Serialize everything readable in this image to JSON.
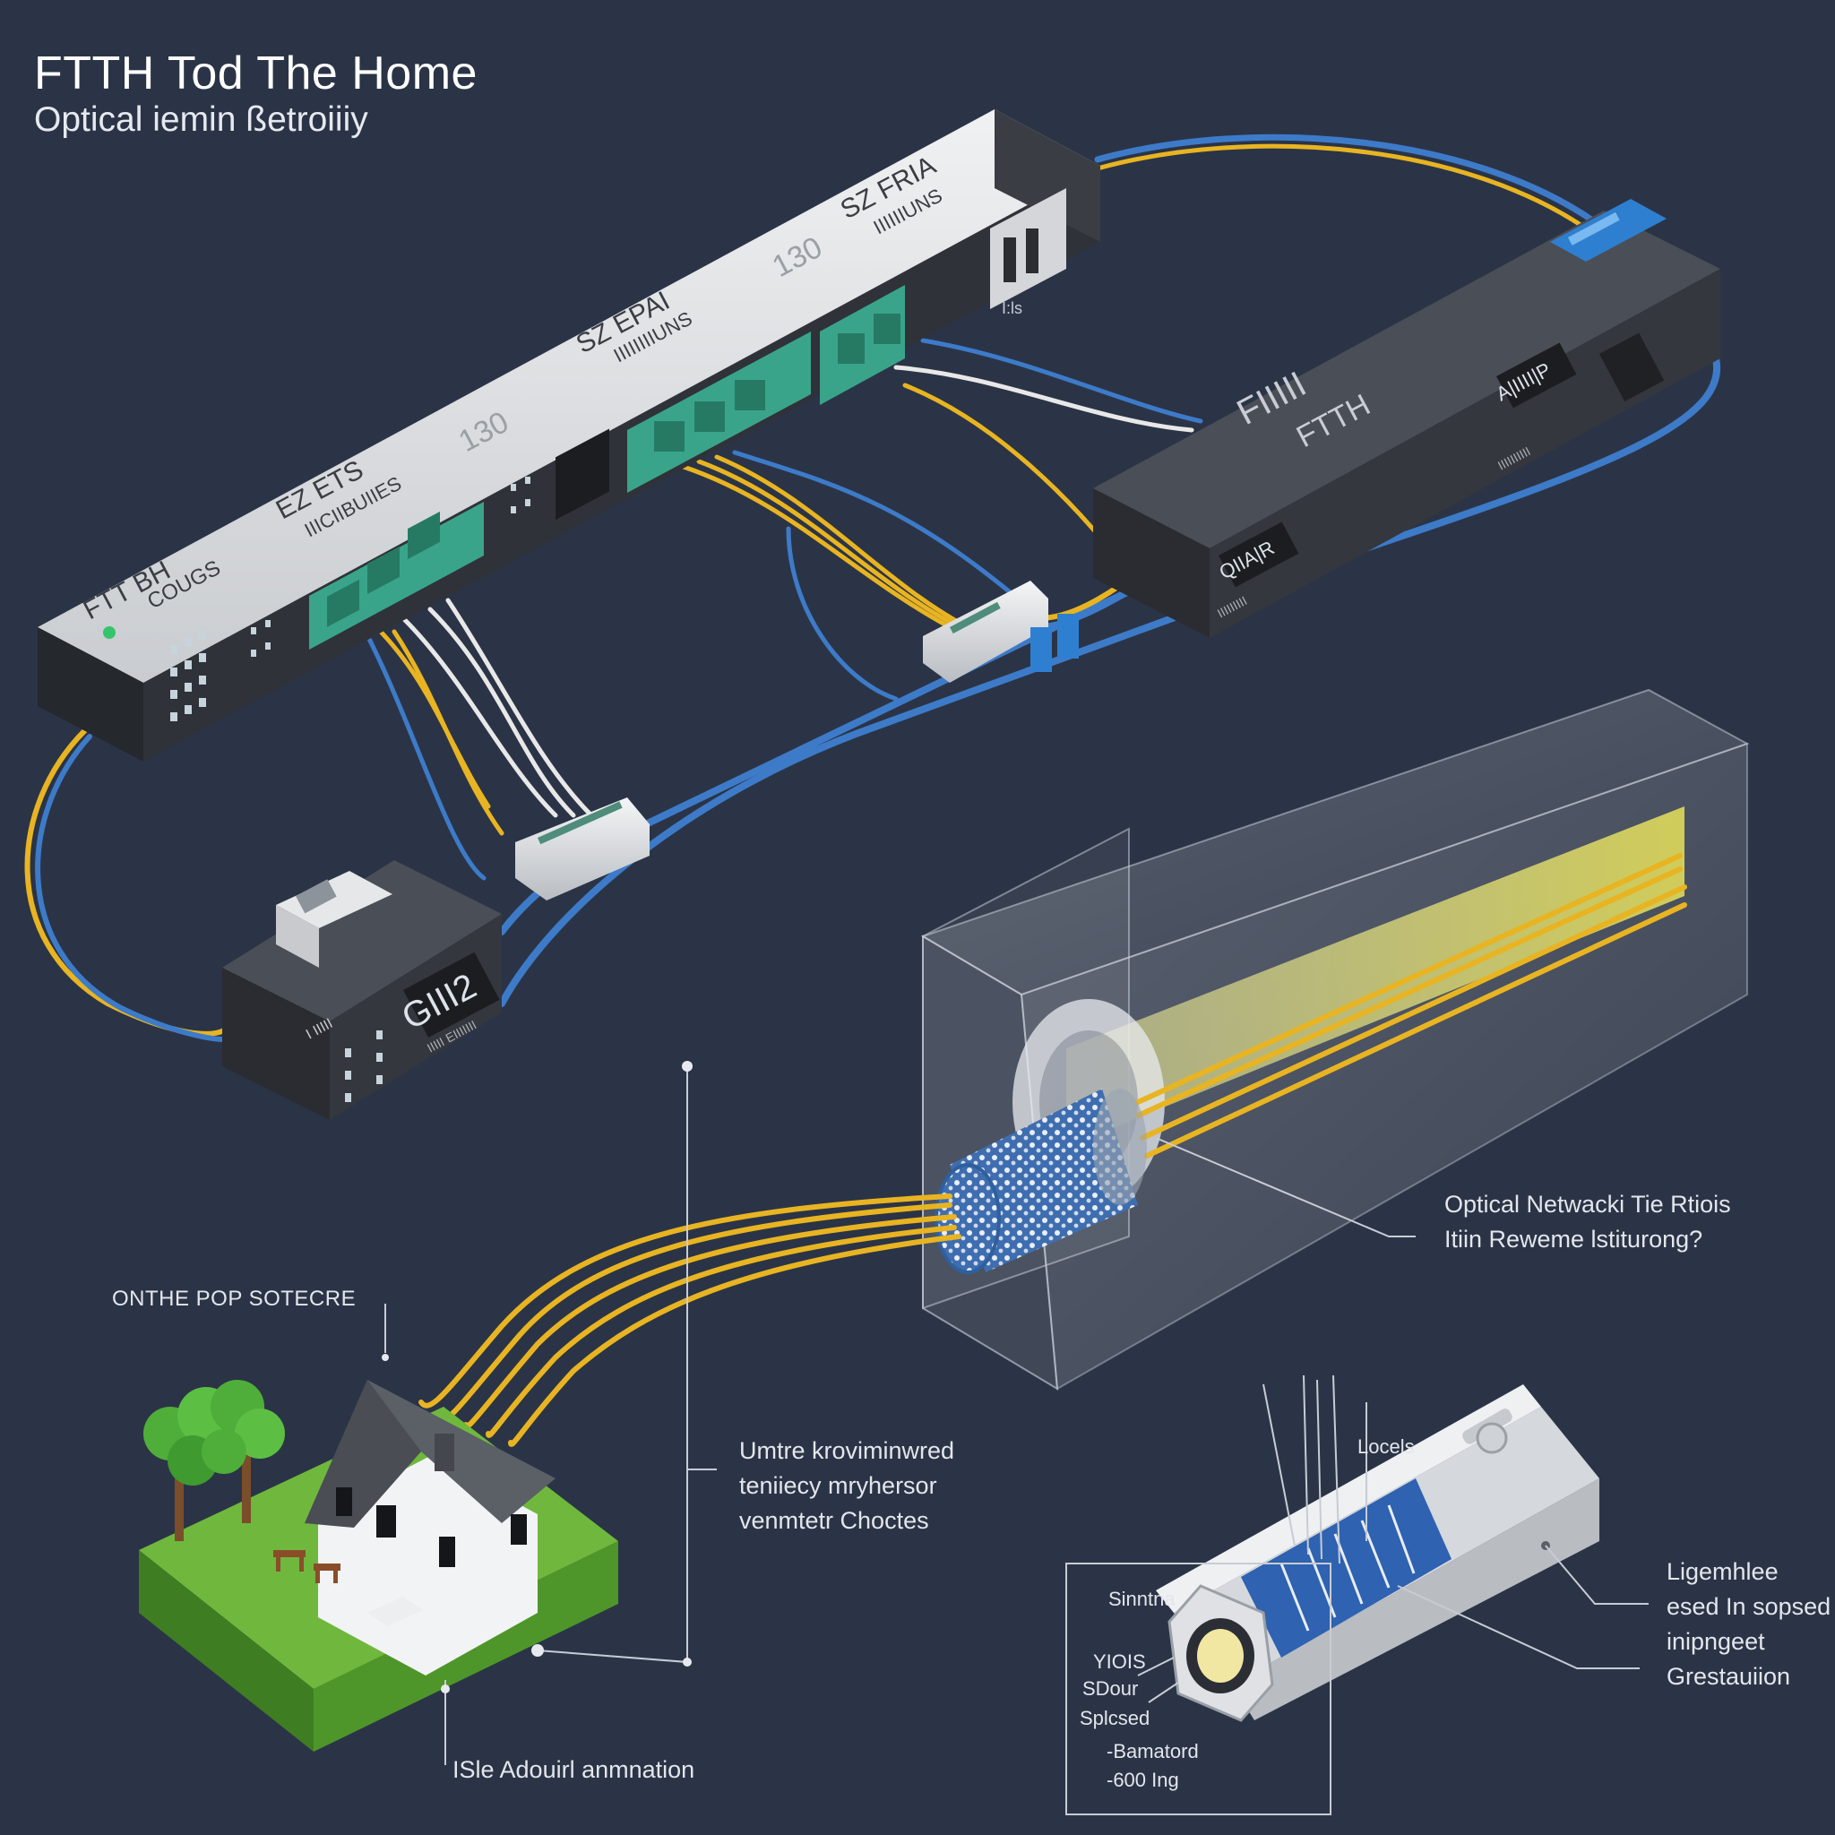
{
  "header": {
    "title": "FTTH Tod The Home",
    "subtitle": "Optical iemin ßetroiiiy"
  },
  "rack": {
    "label_left_1": "FTT BH",
    "label_left_2": "COUGS",
    "label_mid_1": "EZ ETS",
    "label_mid_2": "IIICIIBUIIES",
    "label_num_1": "130",
    "label_sz_1": "SZ EPAI",
    "label_sz_1b": "IIIIIIIIUNS",
    "label_num_2": "130",
    "label_sz_2": "SZ FRIA",
    "label_sz_2b": "IIIIIIUNS",
    "status_text": "I:ls"
  },
  "olt": {
    "label_top": "FIIIII",
    "label_main": "FTTH",
    "display": "A|IIII|P",
    "small_text": "IIIIIIIIII",
    "display_2": "QIIA|R",
    "small_text_2": "IIIIIIIII"
  },
  "ont": {
    "display": "GIII2",
    "label_1": "I IIIII",
    "label_2": "IIIII EIIIIIII"
  },
  "callouts": {
    "optical_1": "Optical Netwacki Tie Rtiois",
    "optical_2": "Itiin Reweme lstiturong?",
    "pop": "ONTHE POP SOTECRE",
    "umtre_1": "Umtre kroviminwred",
    "umtre_2": "teniiecy mryhersor",
    "umtre_3": "venmtetr Choctes",
    "isle": "ISle Adouirl anmnation",
    "locels": "Locels",
    "sinntna": "Sinntna",
    "yiois": "YIOIS",
    "sdour": "SDour",
    "splcsed": "Splcsed",
    "bamatord": "-Bamatord",
    "ing": "-600 Ing",
    "lig_1": "Ligemhlee",
    "lig_2": "esed In sopsed",
    "lig_3": "inipngeet",
    "lig_4": "Grestauiion"
  },
  "colors": {
    "background": "#2b3446",
    "device_dark": "#3a3d44",
    "device_face": "#2f3238",
    "rack_label": "#d9dcdf",
    "port_green": "#3aa48a",
    "fiber_yellow": "#e8b422",
    "fiber_blue": "#3d7bc9",
    "fiber_white": "#e8e8e8",
    "grass": "#6fb83d"
  }
}
